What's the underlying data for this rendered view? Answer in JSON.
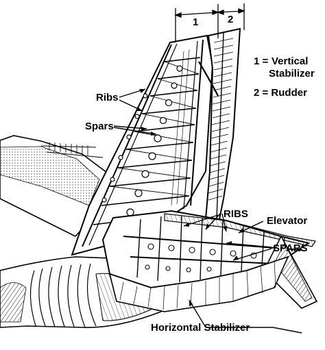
{
  "labels": {
    "dim_1": "1",
    "dim_2": "2",
    "legend_1_num": "1 =",
    "legend_1_text_a": "Vertical",
    "legend_1_text_b": "Stabilizer",
    "legend_2": "2 = Rudder",
    "ribs": "Ribs",
    "spars": "Spars",
    "ribs_upper": "RIBS",
    "elevator": "Elevator",
    "spars_upper": "SPARS",
    "horizontal_stabilizer": "Horizontal Stabilizer"
  }
}
